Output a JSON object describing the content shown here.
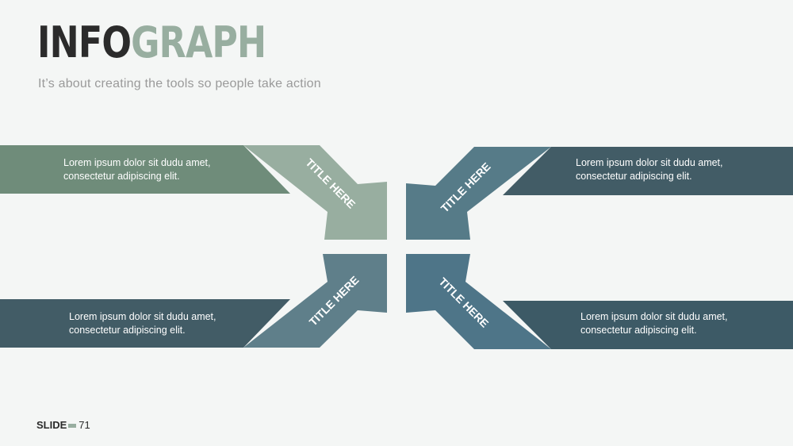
{
  "title": {
    "part1": "INFO",
    "part2": "GRAPH"
  },
  "subtitle": "It’s about creating the tools so people take action",
  "items": [
    {
      "title": "TITLE HERE",
      "text_line1": "Lorem ipsum dolor sit dudu amet,",
      "text_line2": "consectetur adipiscing elit.",
      "band_color": "#6f8c7a",
      "arrow_color": "#98aea0"
    },
    {
      "title": "TITLE HERE",
      "text_line1": "Lorem ipsum dolor sit dudu amet,",
      "text_line2": "consectetur adipiscing elit.",
      "band_color": "#425c66",
      "arrow_color": "#567b88"
    },
    {
      "title": "TITLE HERE",
      "text_line1": "Lorem ipsum dolor sit dudu amet,",
      "text_line2": "consectetur adipiscing elit.",
      "band_color": "#425c66",
      "arrow_color": "#5f7f8a"
    },
    {
      "title": "TITLE HERE",
      "text_line1": "Lorem ipsum dolor sit dudu amet,",
      "text_line2": "consectetur adipiscing elit.",
      "band_color": "#3d5a66",
      "arrow_color": "#4e7588"
    }
  ],
  "footer": {
    "slide_label": "SLIDE",
    "slide_number": "71"
  }
}
